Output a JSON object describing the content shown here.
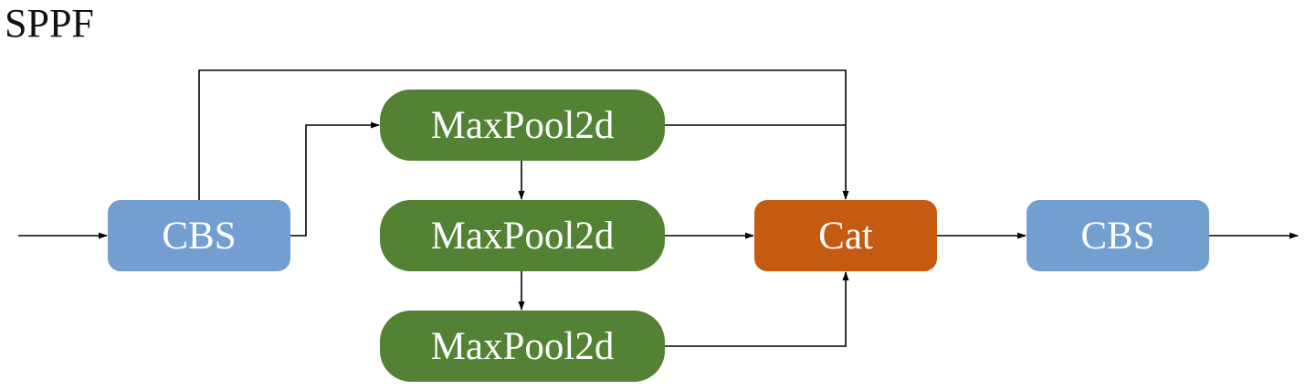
{
  "title": "SPPF",
  "nodes": {
    "cbs_in": "CBS",
    "pool_1": "MaxPool2d",
    "pool_2": "MaxPool2d",
    "pool_3": "MaxPool2d",
    "cat": "Cat",
    "cbs_out": "CBS"
  },
  "colors": {
    "cbs": "#729fcf",
    "maxpool": "#548235",
    "cat": "#c55a11",
    "line": "#000000"
  },
  "edges": [
    [
      "input",
      "cbs_in"
    ],
    [
      "cbs_in",
      "pool_1"
    ],
    [
      "cbs_in",
      "cat"
    ],
    [
      "pool_1",
      "pool_2"
    ],
    [
      "pool_2",
      "pool_3"
    ],
    [
      "pool_1",
      "cat"
    ],
    [
      "pool_2",
      "cat"
    ],
    [
      "pool_3",
      "cat"
    ],
    [
      "cat",
      "cbs_out"
    ],
    [
      "cbs_out",
      "output"
    ]
  ]
}
